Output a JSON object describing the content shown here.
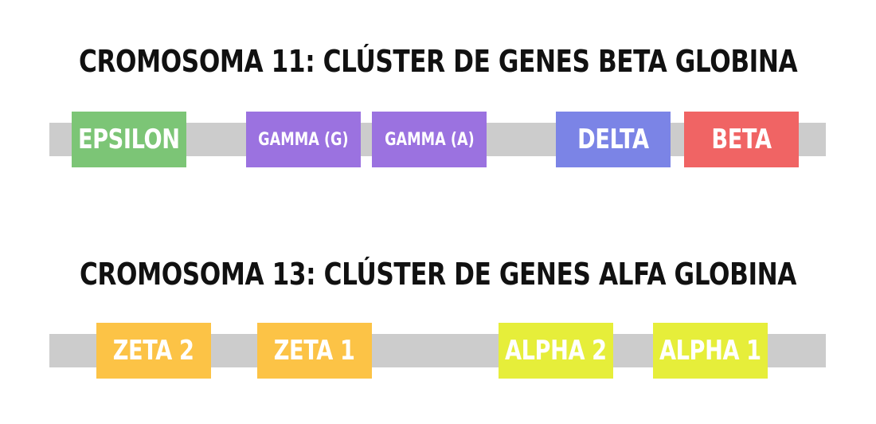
{
  "cluster_beta": {
    "title": "CROMOSOMA 11: CLÚSTER DE GENES BETA GLOBINA",
    "genes": [
      {
        "label": "EPSILON",
        "color": "#7cc576"
      },
      {
        "label": "GAMMA (G)",
        "color": "#9b72e0"
      },
      {
        "label": "GAMMA (A)",
        "color": "#9b72e0"
      },
      {
        "label": "DELTA",
        "color": "#7b84e6"
      },
      {
        "label": "BETA",
        "color": "#f06464"
      }
    ]
  },
  "cluster_alpha": {
    "title": "CROMOSOMA 13: CLÚSTER DE GENES ALFA GLOBINA",
    "genes": [
      {
        "label": "ZETA 2",
        "color": "#fcc346"
      },
      {
        "label": "ZETA 1",
        "color": "#fcc346"
      },
      {
        "label": "ALPHA 2",
        "color": "#e6ee3a"
      },
      {
        "label": "ALPHA 1",
        "color": "#e6ee3a"
      }
    ]
  },
  "bar_color": "#cccccc"
}
